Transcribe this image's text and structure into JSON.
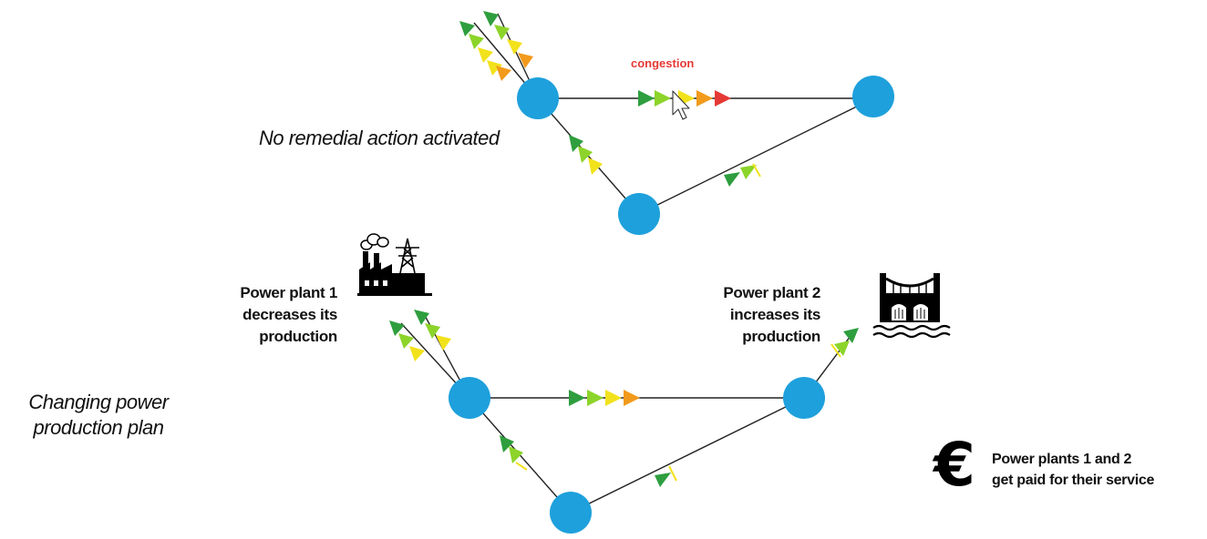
{
  "scenario_top": {
    "caption": "No remedial action activated",
    "congestion_label": "congestion"
  },
  "scenario_bottom": {
    "caption_line1": "Changing power",
    "caption_line2": "production plan",
    "plant1": {
      "line1": "Power plant 1",
      "line2": "decreases its",
      "line3": "production",
      "icon": "factory-icon"
    },
    "plant2": {
      "line1": "Power plant 2",
      "line2": "increases its",
      "line3": "production",
      "icon": "hydro-dam-icon"
    },
    "payment": {
      "symbol": "€",
      "line1": "Power plants 1 and 2",
      "line2": "get paid for their service"
    }
  },
  "colors": {
    "node": "#1ea0dc",
    "arrow_green": "#2e9e3e",
    "arrow_lightgreen": "#8cd42a",
    "arrow_yellow": "#f2e21c",
    "arrow_orange": "#f29a1c",
    "arrow_red": "#e53935",
    "congestion_text": "#e53935"
  }
}
